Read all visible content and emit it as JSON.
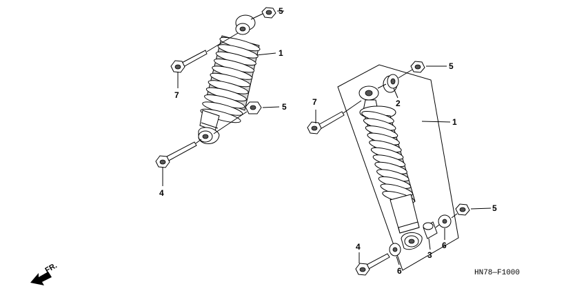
{
  "callouts": {
    "left_shock_1": "1",
    "left_nut_5_top": "5",
    "left_nut_5_mid": "5",
    "left_bolt_7": "7",
    "left_bolt_4": "4",
    "right_shock_1": "1",
    "right_nut_5_top": "5",
    "right_bushing_2": "2",
    "right_bolt_7": "7",
    "right_nut_5_bottom": "5",
    "right_washer_6_right": "6",
    "right_collar_3": "3",
    "right_washer_6_left": "6",
    "right_bolt_4": "4"
  },
  "diagram_code": "HN78—F1000",
  "direction_label": "FR.",
  "icons": {
    "direction": "front-arrow-icon"
  }
}
